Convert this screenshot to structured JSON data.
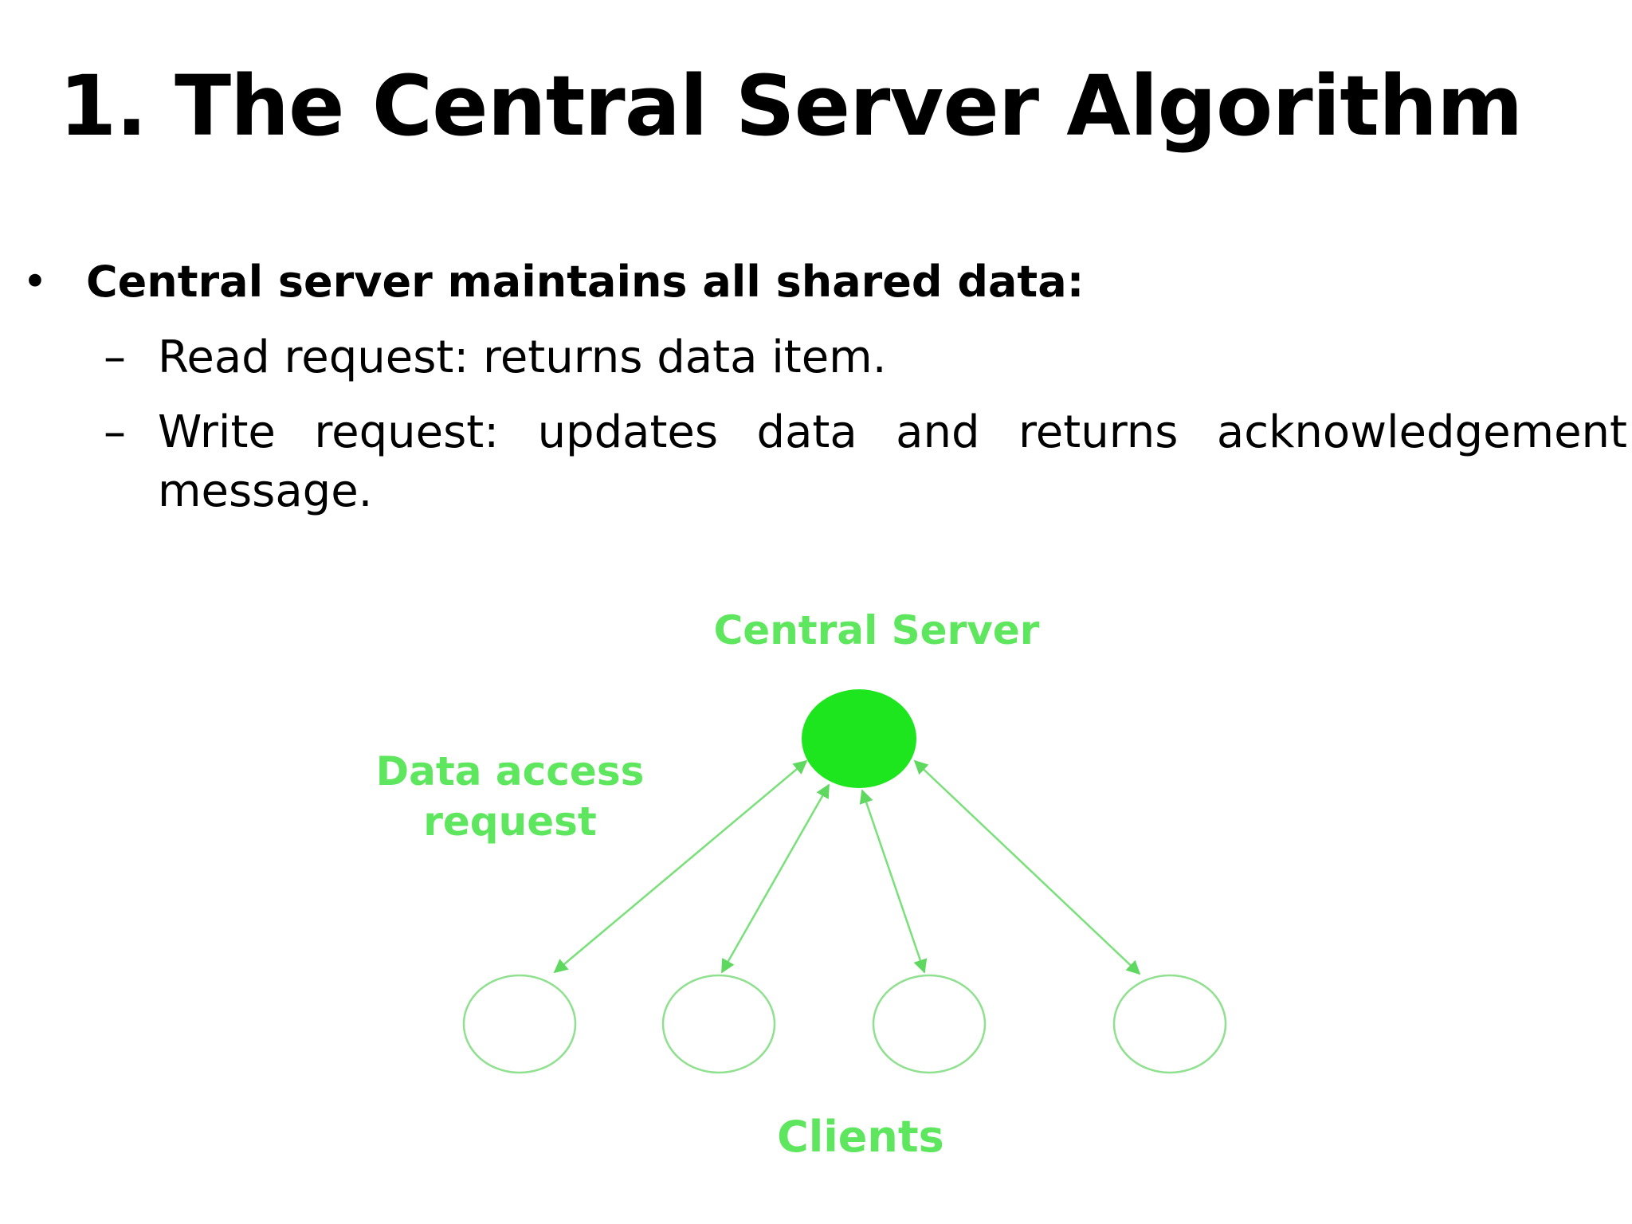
{
  "slide": {
    "title": "1. The Central Server Algorithm",
    "bullet": {
      "marker": "•",
      "text": "Central server maintains all shared data:"
    },
    "sub_items": [
      {
        "marker": "–",
        "text": "Read request: returns data item."
      },
      {
        "marker": "–",
        "text": "Write request: updates data and returns acknowledgement message."
      }
    ]
  },
  "diagram": {
    "server_label": "Central Server",
    "request_label_line1": "Data access",
    "request_label_line2": "request",
    "clients_label": "Clients",
    "colors": {
      "server_fill": "#1ee61e",
      "label": "#5ee65e",
      "line": "#7ae07a",
      "client_stroke": "#8fe08f"
    }
  }
}
